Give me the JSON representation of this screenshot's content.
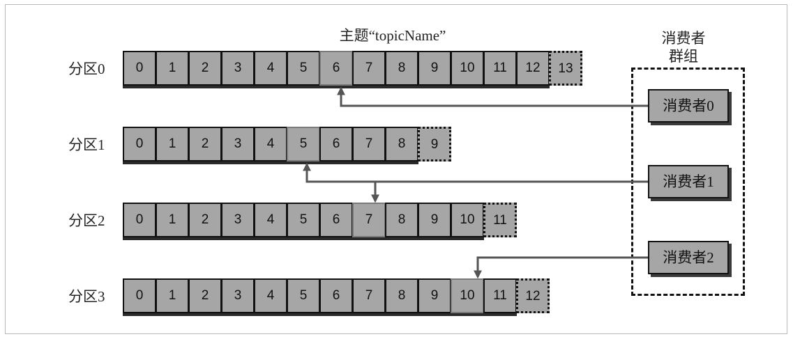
{
  "diagram": {
    "title": "主题“topicName”",
    "group_label_line1": "消费者",
    "group_label_line2": "群组",
    "partitions": [
      {
        "label": "分区0",
        "offsets": [
          "0",
          "1",
          "2",
          "3",
          "4",
          "5",
          "6",
          "7",
          "8",
          "9",
          "10",
          "11",
          "12",
          "13"
        ],
        "current": 6
      },
      {
        "label": "分区1",
        "offsets": [
          "0",
          "1",
          "2",
          "3",
          "4",
          "5",
          "6",
          "7",
          "8",
          "9"
        ],
        "current": 5
      },
      {
        "label": "分区2",
        "offsets": [
          "0",
          "1",
          "2",
          "3",
          "4",
          "5",
          "6",
          "7",
          "8",
          "9",
          "10",
          "11"
        ],
        "current": 7
      },
      {
        "label": "分区3",
        "offsets": [
          "0",
          "1",
          "2",
          "3",
          "4",
          "5",
          "6",
          "7",
          "8",
          "9",
          "10",
          "11",
          "12"
        ],
        "current": 10
      }
    ],
    "consumers": [
      "消费者0",
      "消费者1",
      "消费者2"
    ],
    "assignments": [
      {
        "consumer": 0,
        "partitions": [
          0
        ]
      },
      {
        "consumer": 1,
        "partitions": [
          1,
          2
        ]
      },
      {
        "consumer": 2,
        "partitions": [
          3
        ]
      }
    ],
    "colors": {
      "cell_fill": "#a6a6a6",
      "border": "#111111",
      "arrow": "#555555",
      "current_border": "#7a7a7a"
    }
  }
}
